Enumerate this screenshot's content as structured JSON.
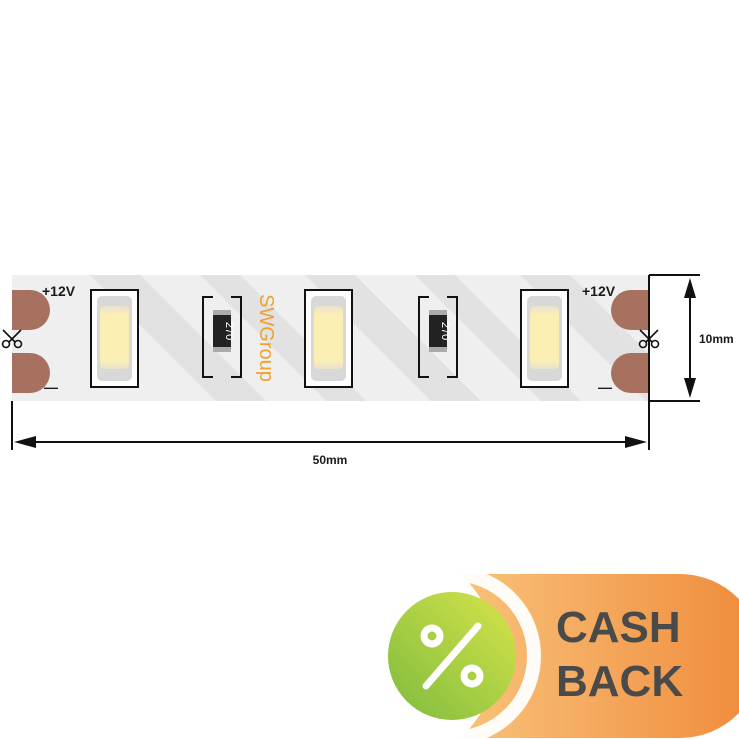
{
  "strip": {
    "left_voltage": "+12V",
    "right_voltage": "+12V",
    "left_minus": "—",
    "right_minus": "—",
    "brand": "SWGroup",
    "resistor_code": "270",
    "width_label": "10mm",
    "length_label": "50mm",
    "colors": {
      "pad": "#a8705e",
      "strip": "#f0f0f0",
      "led": "#fbeeb0",
      "brand": "#f0a030"
    }
  },
  "badge": {
    "line1": "CASH",
    "line2": "BACK",
    "icon": "percent-icon",
    "colors": {
      "pill_start": "#f6b56a",
      "pill_end": "#ef8a3a",
      "circle_start": "#8cc63f",
      "circle_end": "#d6e34a",
      "text": "#4a4a4a"
    }
  }
}
